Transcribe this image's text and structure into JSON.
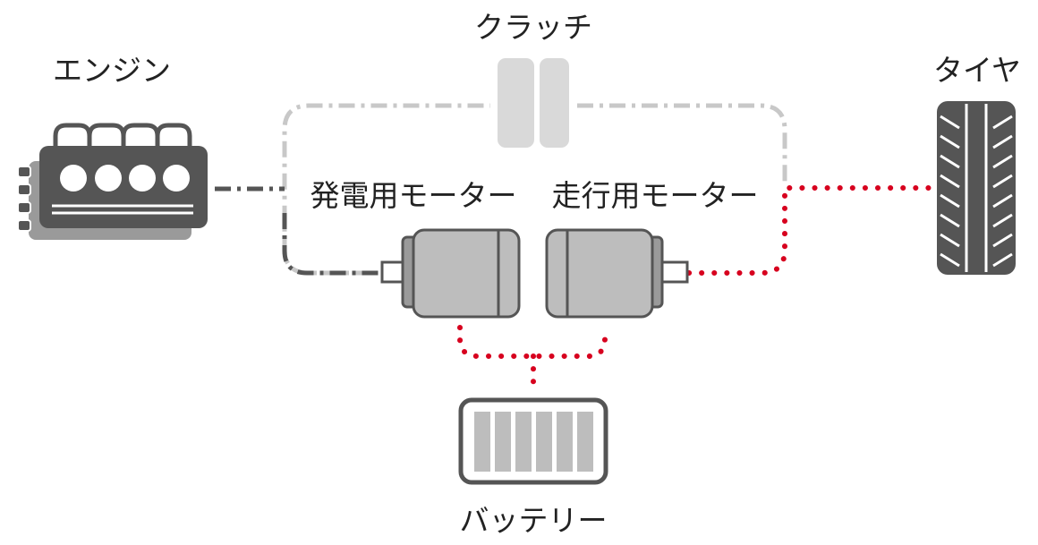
{
  "labels": {
    "clutch": "クラッチ",
    "engine": "エンジン",
    "tire": "タイヤ",
    "generator_motor": "発電用モーター",
    "drive_motor": "走行用モーター",
    "battery": "バッテリー"
  },
  "colors": {
    "electric_path": "#d7001e",
    "engine_path": "#555555",
    "clutch_path": "#c8c8c8",
    "component_dark": "#555555",
    "component_mid": "#9a9a9a",
    "component_light": "#bdbdbd"
  },
  "icons": {
    "engine": "engine-icon",
    "clutch": "clutch-icon",
    "generator_motor": "motor-icon",
    "drive_motor": "motor-icon",
    "battery": "battery-icon",
    "tire": "tire-icon"
  }
}
